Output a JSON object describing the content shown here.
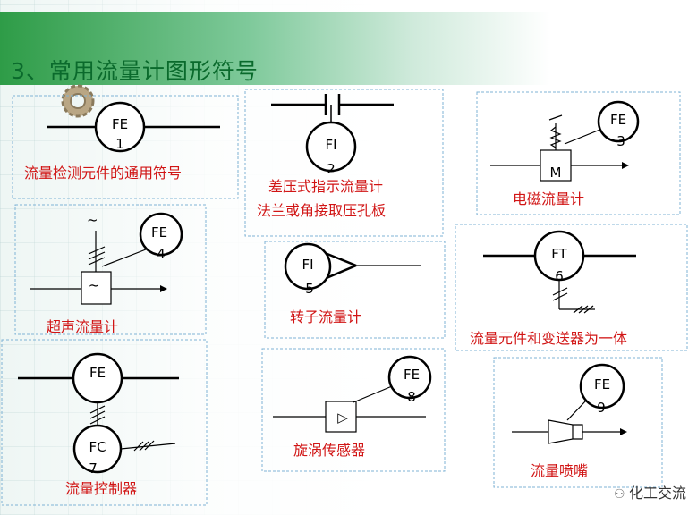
{
  "title": "3、常用流量计图形符号",
  "watermark": "化工交流",
  "symbols": [
    {
      "tag": "FE",
      "num": "1",
      "label": "流量检测元件的通用符号"
    },
    {
      "tag": "FI",
      "num": "2",
      "label": "差压式指示流量计",
      "label2": "法兰或角接取压孔板"
    },
    {
      "tag": "FE",
      "num": "3",
      "label": "电磁流量计",
      "box_letter": "M"
    },
    {
      "tag": "FE",
      "num": "4",
      "label": "超声流量计",
      "box_letter": "~",
      "wave": "~"
    },
    {
      "tag": "FI",
      "num": "5",
      "label": "转子流量计"
    },
    {
      "tag": "FT",
      "num": "6",
      "label": "流量元件和变送器为一体"
    },
    {
      "tag": "FE",
      "num": "7",
      "label": "流量控制器",
      "tag2": "FC"
    },
    {
      "tag": "FE",
      "num": "8",
      "label": "旋涡传感器",
      "box_letter": "▷"
    },
    {
      "tag": "FE",
      "num": "9",
      "label": "流量喷嘴"
    }
  ],
  "colors": {
    "label": "#d11515",
    "title": "#0a6a2c",
    "box": "#7fb3d5"
  }
}
